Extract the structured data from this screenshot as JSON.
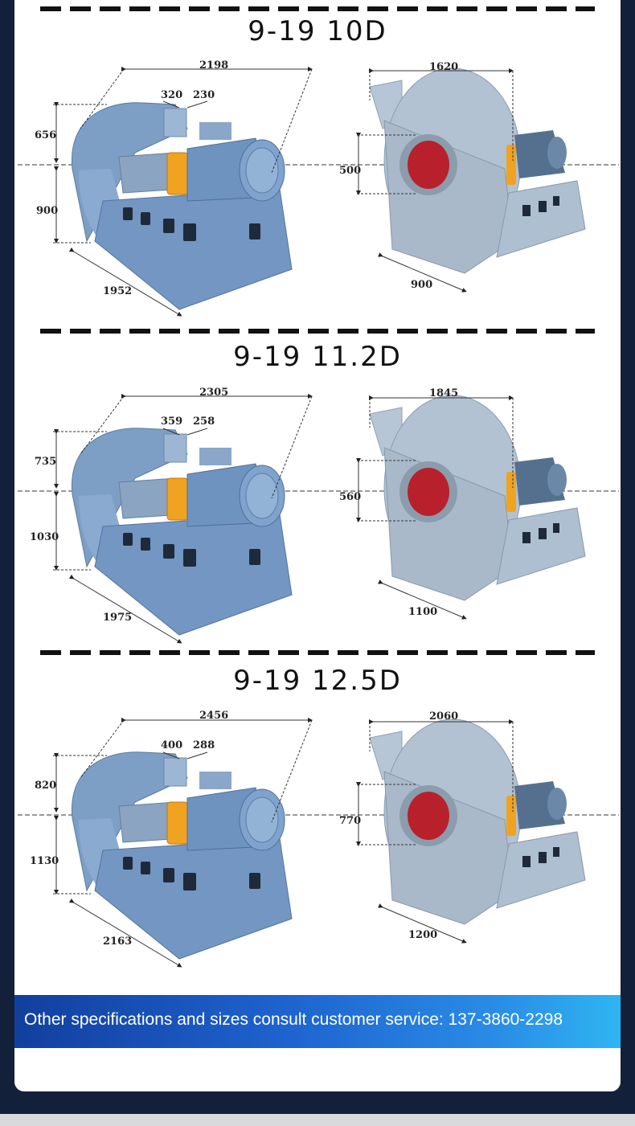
{
  "sections": [
    {
      "title": "9-19 10D",
      "left": {
        "length": "2198",
        "top_a": "320",
        "top_b": "230",
        "upper_height": "656",
        "lower_height": "900",
        "base": "1952"
      },
      "right": {
        "width": "1620",
        "inlet": "500",
        "base": "900"
      }
    },
    {
      "title": "9-19 11.2D",
      "left": {
        "length": "2305",
        "top_a": "359",
        "top_b": "258",
        "upper_height": "735",
        "lower_height": "1030",
        "base": "1975"
      },
      "right": {
        "width": "1845",
        "inlet": "560",
        "base": "1100"
      }
    },
    {
      "title": "9-19 12.5D",
      "left": {
        "length": "2456",
        "top_a": "400",
        "top_b": "288",
        "upper_height": "820",
        "lower_height": "1130",
        "base": "2163"
      },
      "right": {
        "width": "2060",
        "inlet": "770",
        "base": "1200"
      }
    }
  ],
  "banner": {
    "text": "Other specifications and sizes consult customer service: 137-3860-2298"
  },
  "colors": {
    "fan_blue": "#7d9fc6",
    "motor_blue": "#6f93bf",
    "motor_orange": "#f0a321",
    "inlet_red": "#b8202c",
    "banner_start": "#123f9e",
    "banner_end": "#2fb5f2",
    "page_bg": "#13203a"
  }
}
